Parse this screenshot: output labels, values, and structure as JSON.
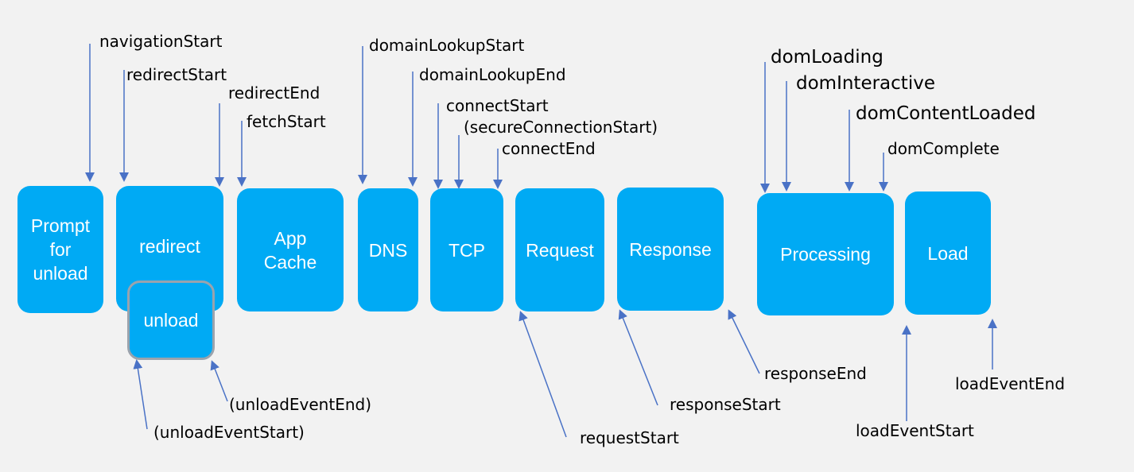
{
  "colors": {
    "box": "#00aaf4",
    "box_text": "#ffffff",
    "arrow": "#4a72c6",
    "unload_border": "#9aa3ad",
    "background": "#f2f2f2"
  },
  "stages": {
    "prompt": "Prompt\nfor\nunload",
    "redirect": "redirect",
    "unload": "unload",
    "appcache": "App\nCache",
    "dns": "DNS",
    "tcp": "TCP",
    "request": "Request",
    "response": "Response",
    "processing": "Processing",
    "load": "Load"
  },
  "events": {
    "navigationStart": "navigationStart",
    "redirectStart": "redirectStart",
    "redirectEnd": "redirectEnd",
    "fetchStart": "fetchStart",
    "domainLookupStart": "domainLookupStart",
    "domainLookupEnd": "domainLookupEnd",
    "connectStart": "connectStart",
    "secureConnectionStart": "(secureConnectionStart)",
    "connectEnd": "connectEnd",
    "domLoading": "domLoading",
    "domInteractive": "domInteractive",
    "domContentLoaded": "domContentLoaded",
    "domComplete": "domComplete",
    "unloadEventEnd": "(unloadEventEnd)",
    "unloadEventStart": "(unloadEventStart)",
    "requestStart": "requestStart",
    "responseStart": "responseStart",
    "responseEnd": "responseEnd",
    "loadEventStart": "loadEventStart",
    "loadEventEnd": "loadEventEnd"
  }
}
